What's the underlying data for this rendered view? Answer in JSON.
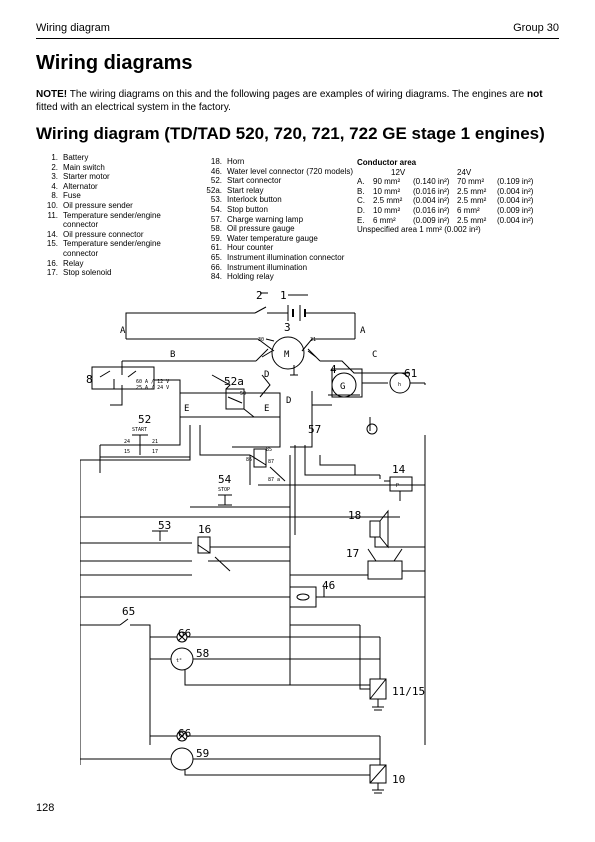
{
  "header": {
    "section": "Wiring diagram",
    "group": "Group 30"
  },
  "title": "Wiring diagrams",
  "note": {
    "label": "NOTE!",
    "text_before": " The wiring diagrams on this and the following pages are examples of wiring diagrams. The engines are ",
    "emphasis": "not",
    "text_after": " fitted with an electrical system in the factory."
  },
  "subtitle": "Wiring diagram (TD/TAD 520, 720, 721, 722 GE stage 1 engines)",
  "legend_left": [
    {
      "num": "1.",
      "label": "Battery"
    },
    {
      "num": "2.",
      "label": "Main switch"
    },
    {
      "num": "3.",
      "label": "Starter motor"
    },
    {
      "num": "4.",
      "label": "Alternator"
    },
    {
      "num": "8.",
      "label": "Fuse"
    },
    {
      "num": "10.",
      "label": "Oil pressure sender"
    },
    {
      "num": "11.",
      "label": "Temperature sender/engine connector"
    },
    {
      "num": "14.",
      "label": "Oil pressure connector"
    },
    {
      "num": "15.",
      "label": "Temperature sender/engine connector"
    },
    {
      "num": "16.",
      "label": "Relay"
    },
    {
      "num": "17.",
      "label": "Stop solenoid"
    }
  ],
  "legend_right": [
    {
      "num": "18.",
      "label": "Horn"
    },
    {
      "num": "46.",
      "label": "Water level connector (720 models)"
    },
    {
      "num": "52.",
      "label": "Start connector"
    },
    {
      "num": "52a.",
      "label": "Start relay"
    },
    {
      "num": "53.",
      "label": "Interlock button"
    },
    {
      "num": "54.",
      "label": "Stop button"
    },
    {
      "num": "57.",
      "label": "Charge warning lamp"
    },
    {
      "num": "58.",
      "label": "Oil pressure gauge"
    },
    {
      "num": "59.",
      "label": "Water temperature gauge"
    },
    {
      "num": "61.",
      "label": "Hour counter"
    },
    {
      "num": "65.",
      "label": "Instrument illumination connector"
    },
    {
      "num": "66.",
      "label": "Instrument illumination"
    },
    {
      "num": "84.",
      "label": "Holding relay"
    }
  ],
  "conductor": {
    "title": "Conductor area",
    "col_12v": "12V",
    "col_24v": "24V",
    "rows": [
      {
        "key": "A.",
        "mm12": "90 mm²",
        "in12": "(0.140 in²)",
        "mm24": "70 mm²",
        "in24": "(0.109 in²)"
      },
      {
        "key": "B.",
        "mm12": "10 mm²",
        "in12": "(0.016 in²)",
        "mm24": "2.5 mm²",
        "in24": "(0.004 in²)"
      },
      {
        "key": "C.",
        "mm12": "2.5 mm²",
        "in12": "(0.004 in²)",
        "mm24": "2.5 mm²",
        "in24": "(0.004 in²)"
      },
      {
        "key": "D.",
        "mm12": "10 mm²",
        "in12": "(0.016 in²)",
        "mm24": "6 mm²",
        "in24": "(0.009 in²)"
      },
      {
        "key": "E.",
        "mm12": "6 mm²",
        "in12": "(0.009 in²)",
        "mm24": "2.5 mm²",
        "in24": "(0.004 in²)"
      }
    ],
    "unspecified_label": "Unspecified area",
    "unspecified_mm": "1 mm²",
    "unspecified_in": "(0.002 in²)"
  },
  "diagram_labels": {
    "c1": "1",
    "c2": "2",
    "c3": "3",
    "c4": "4",
    "c8": "8",
    "c10": "10",
    "c11_15": "11/15",
    "c14": "14",
    "c16": "16",
    "c17": "17",
    "c18": "18",
    "c46": "46",
    "c52": "52",
    "c52a": "52a",
    "c53": "53",
    "c54": "54",
    "c57": "57",
    "c58": "58",
    "c59": "59",
    "c61": "61",
    "c65": "65",
    "c66a": "66",
    "c66b": "66",
    "wA1": "A",
    "wA2": "A",
    "wB": "B",
    "wC": "C",
    "wD1": "D",
    "wD2": "D",
    "wE1": "E",
    "wE2": "E",
    "m": "M",
    "g": "G",
    "t30": "30",
    "t31": "31",
    "t85": "85",
    "t86": "86",
    "t87": "87",
    "t87a": "87 a",
    "t24": "24",
    "t21": "21",
    "t15": "15",
    "t17": "17",
    "t50": "50",
    "fuse_12v": "60 A / 12 V",
    "fuse_24v": "25 A / 24 V",
    "start_tag": "START",
    "stop_tag": "STOP",
    "p": "P",
    "h": "h",
    "t_sym": "t°"
  },
  "page_number": "128"
}
